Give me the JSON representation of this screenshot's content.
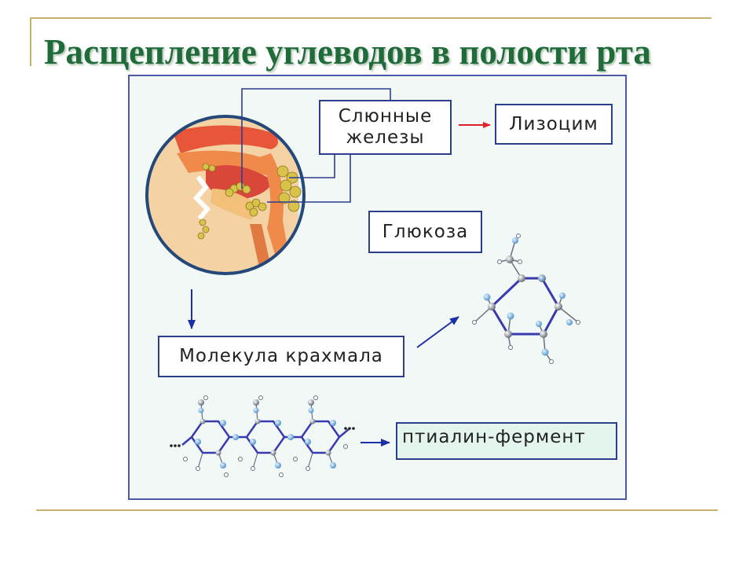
{
  "title": "Расщепление углеводов в полости рта",
  "boxes": {
    "glands_line1": "Слюнные",
    "glands_line2": "железы",
    "lysozyme": "Лизоцим",
    "glucose": "Глюкоза",
    "starch": "Молекула крахмала",
    "ptyalin": "птиалин-фермент"
  },
  "colors": {
    "title": "#1f6b3a",
    "frame": "#2d3e8c",
    "red_arrow": "#e0202a",
    "blue_arrow": "#1d2fa8",
    "rule": "#c9b06a"
  },
  "icons": [
    "mouth-anatomy-illustration",
    "glucose-molecule",
    "starch-chain-molecule"
  ]
}
